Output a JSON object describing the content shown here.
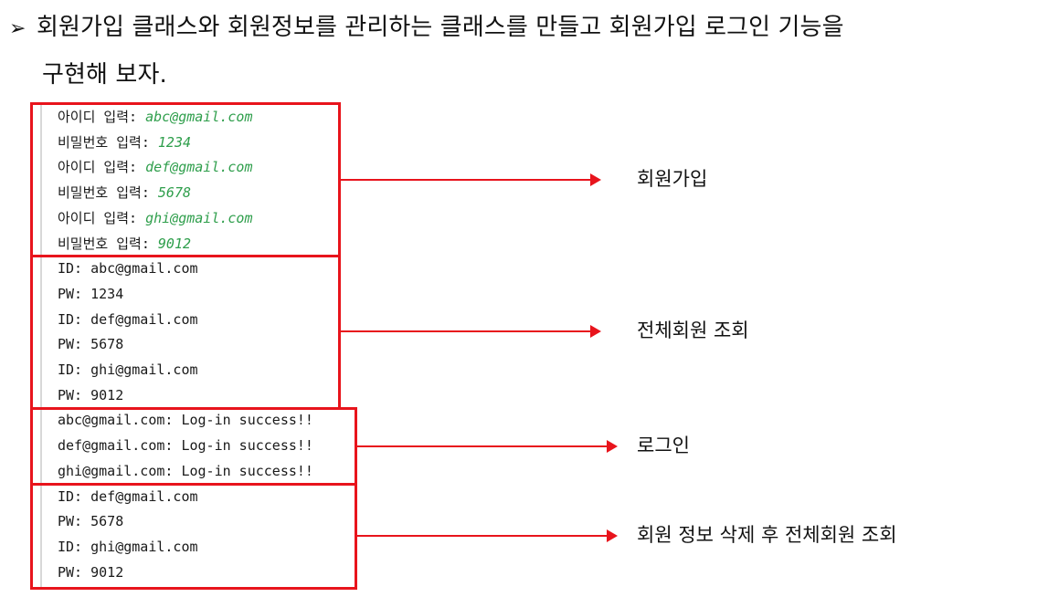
{
  "heading": {
    "bullet": "➢",
    "line1": "회원가입 클래스와 회원정보를 관리하는 클래스를 만들고 회원가입 로그인 기능을",
    "line2": "구현해 보자."
  },
  "console": {
    "signup": [
      {
        "prompt": "아이디 입력: ",
        "value": "abc@gmail.com"
      },
      {
        "prompt": "비밀번호 입력: ",
        "value": "1234"
      },
      {
        "prompt": "아이디 입력: ",
        "value": "def@gmail.com"
      },
      {
        "prompt": "비밀번호 입력: ",
        "value": "5678"
      },
      {
        "prompt": "아이디 입력: ",
        "value": "ghi@gmail.com"
      },
      {
        "prompt": "비밀번호 입력: ",
        "value": "9012"
      }
    ],
    "list_all": [
      "ID: abc@gmail.com",
      "PW: 1234",
      "ID: def@gmail.com",
      "PW: 5678",
      "ID: ghi@gmail.com",
      "PW: 9012"
    ],
    "login": [
      "abc@gmail.com: Log-in success!!",
      "def@gmail.com: Log-in success!!",
      "ghi@gmail.com: Log-in success!!"
    ],
    "after_delete": [
      "ID: def@gmail.com",
      "PW: 5678",
      "ID: ghi@gmail.com",
      "PW: 9012"
    ]
  },
  "labels": {
    "signup": "회원가입",
    "list_all": "전체회원 조회",
    "login": "로그인",
    "after_delete": "회원 정보 삭제 후 전체회원 조회"
  },
  "colors": {
    "highlight": "#e8141c",
    "input_value": "#2e9e4b"
  }
}
